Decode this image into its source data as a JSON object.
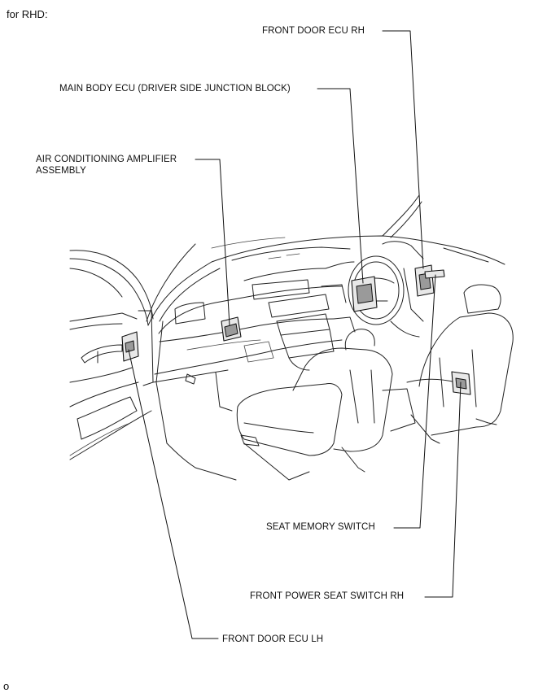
{
  "header": {
    "title": "for RHD:"
  },
  "labels": {
    "front_door_ecu_rh": "FRONT DOOR ECU RH",
    "main_body_ecu": "MAIN BODY ECU (DRIVER SIDE JUNCTION BLOCK)",
    "ac_amplifier_line1": "AIR CONDITIONING AMPLIFIER",
    "ac_amplifier_line2": "ASSEMBLY",
    "seat_memory_switch": "SEAT MEMORY SWITCH",
    "front_power_seat_switch_rh": "FRONT POWER SEAT SWITCH RH",
    "front_door_ecu_lh": "FRONT DOOR ECU LH"
  },
  "footer": {
    "code": "o"
  }
}
